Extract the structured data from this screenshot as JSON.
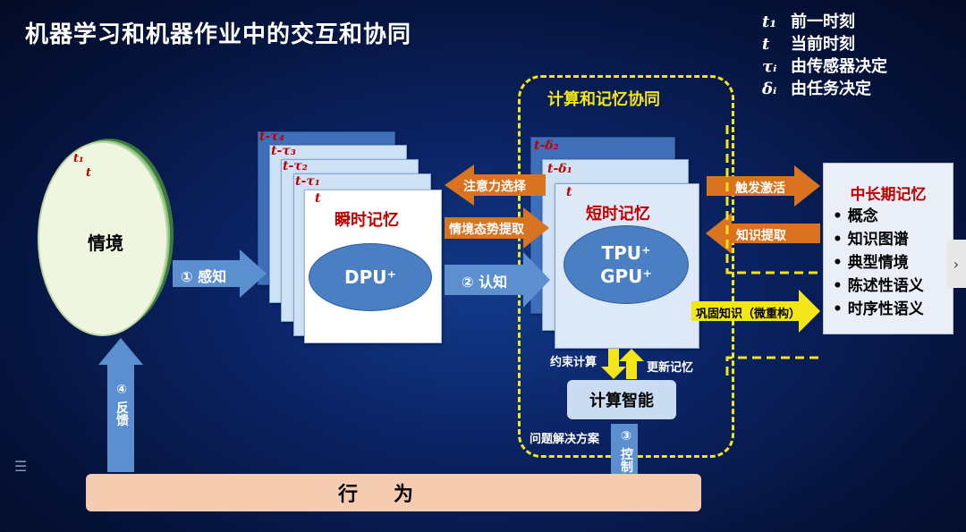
{
  "title": "机器学习和机器作业中的交互和协同",
  "legend": [
    {
      "symbol": "t₁",
      "text": "前一时刻"
    },
    {
      "symbol": "t",
      "text": "当前时刻"
    },
    {
      "symbol": "τᵢ",
      "text": "由传感器决定"
    },
    {
      "symbol": "δᵢ",
      "text": "由任务决定"
    }
  ],
  "situation": {
    "label": "情境",
    "t1": "t₁",
    "t": "t"
  },
  "sensory_memory": {
    "title": "瞬时记忆",
    "unit": "DPU⁺",
    "layers": [
      "t-τ₄",
      "t-τ₃",
      "t-τ₂",
      "t-τ₁",
      "t"
    ]
  },
  "short_term_memory": {
    "title": "短时记忆",
    "units": [
      "TPU⁺",
      "GPU⁺"
    ],
    "layers": [
      "t-δ₂",
      "t-δ₁",
      "t"
    ]
  },
  "long_term_memory": {
    "title": "中长期记忆",
    "items": [
      "• 概念",
      "• 知识图谱",
      "• 典型情境",
      "• 陈述性语义",
      "• 时序性语义"
    ]
  },
  "collab_box_label": "计算和记忆协同",
  "arrows": {
    "perceive": "① 感知",
    "cognize": "② 认知",
    "control": "③ 控制",
    "feedback": "④ 反馈",
    "attention": "注意力选择",
    "situation_extract": "情境态势提取",
    "trigger": "触发激活",
    "knowledge_extract": "知识提取",
    "consolidate": "巩固知识（微重构）",
    "constraint": "约束计算",
    "update": "更新记忆",
    "solution": "问题解决方案"
  },
  "compute_intelligence": "计算智能",
  "behavior": "行为",
  "colors": {
    "background": "#0b2466",
    "arrow_blue": "#5b8fd0",
    "arrow_orange": "#d9731f",
    "arrow_yellow": "#f2e51a",
    "red_text": "#c00000"
  }
}
